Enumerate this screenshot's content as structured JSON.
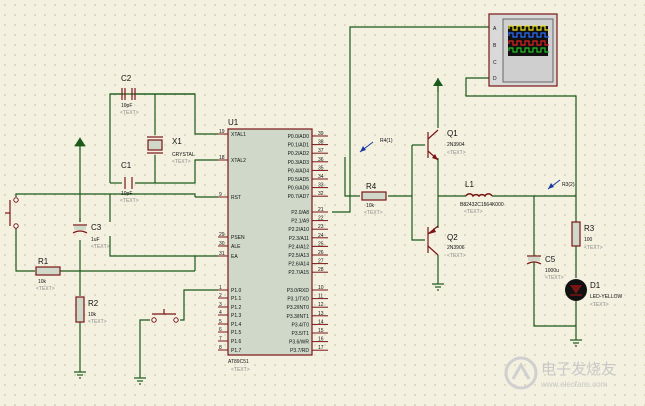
{
  "u1": {
    "ref": "U1",
    "part": "AT89C51",
    "text": "<TEXT>",
    "left_pins": [
      {
        "name": "XTAL1",
        "num": "19"
      },
      {
        "name": "XTAL2",
        "num": "18"
      },
      {
        "name": "RST",
        "num": "9"
      },
      {
        "name": "PSEN",
        "num": "29"
      },
      {
        "name": "ALE",
        "num": "30"
      },
      {
        "name": "EA",
        "num": "31"
      },
      {
        "name": "P1.0",
        "num": "1"
      },
      {
        "name": "P1.1",
        "num": "2"
      },
      {
        "name": "P1.2",
        "num": "3"
      },
      {
        "name": "P1.3",
        "num": "4"
      },
      {
        "name": "P1.4",
        "num": "5"
      },
      {
        "name": "P1.5",
        "num": "6"
      },
      {
        "name": "P1.6",
        "num": "7"
      },
      {
        "name": "P1.7",
        "num": "8"
      }
    ],
    "right_pins": [
      {
        "name": "P0.0/AD0",
        "num": "39"
      },
      {
        "name": "P0.1/AD1",
        "num": "38"
      },
      {
        "name": "P0.2/AD2",
        "num": "37"
      },
      {
        "name": "P0.3/AD3",
        "num": "36"
      },
      {
        "name": "P0.4/AD4",
        "num": "35"
      },
      {
        "name": "P0.5/AD5",
        "num": "34"
      },
      {
        "name": "P0.6/AD6",
        "num": "33"
      },
      {
        "name": "P0.7/AD7",
        "num": "32"
      },
      {
        "name": "P2.0/A8",
        "num": "21"
      },
      {
        "name": "P2.1/A9",
        "num": "22"
      },
      {
        "name": "P2.2/A10",
        "num": "23"
      },
      {
        "name": "P2.3/A11",
        "num": "24"
      },
      {
        "name": "P2.4/A12",
        "num": "25"
      },
      {
        "name": "P2.5/A13",
        "num": "26"
      },
      {
        "name": "P2.6/A14",
        "num": "27"
      },
      {
        "name": "P2.7/A15",
        "num": "28"
      },
      {
        "name": "P3.0/RXD",
        "num": "10"
      },
      {
        "name": "P3.1/TXD",
        "num": "11"
      },
      {
        "name": "P3.2/INT0",
        "num": "12"
      },
      {
        "name": "P3.3/INT1",
        "num": "13"
      },
      {
        "name": "P3.4/T0",
        "num": "14"
      },
      {
        "name": "P3.5/T1",
        "num": "15"
      },
      {
        "name": "P3.6/WR",
        "num": "16"
      },
      {
        "name": "P3.7/RD",
        "num": "17"
      }
    ]
  },
  "c2": {
    "ref": "C2",
    "value": "10pF",
    "text": "<TEXT>"
  },
  "c1": {
    "ref": "C1",
    "value": "10pF",
    "text": "<TEXT>"
  },
  "x1": {
    "ref": "X1",
    "value": "CRYSTAL",
    "text": "<TEXT>"
  },
  "c3": {
    "ref": "C3",
    "value": "1uF",
    "text": "<TEXT>"
  },
  "r1": {
    "ref": "R1",
    "value": "10k",
    "text": "<TEXT>"
  },
  "r2": {
    "ref": "R2",
    "value": "10k",
    "text": "<TEXT>"
  },
  "r4": {
    "ref": "R4",
    "value": "10k",
    "text": "<TEXT>"
  },
  "r3": {
    "ref": "R3",
    "value": "100",
    "text": "<TEXT>"
  },
  "q1": {
    "ref": "Q1",
    "value": "2N3904",
    "text": "<TEXT>"
  },
  "q2": {
    "ref": "Q2",
    "value": "2N3906",
    "text": "<TEXT>"
  },
  "l1": {
    "ref": "L1",
    "value": "B82432C1564K000",
    "text": "<TEXT>"
  },
  "c5": {
    "ref": "C5",
    "value": "1000u",
    "text": "<TEXT>"
  },
  "d1": {
    "ref": "D1",
    "value": "LED-YELLOW",
    "text": "<TEXT>"
  },
  "probes": {
    "p1": "R4(1)",
    "p2": "R3(2)"
  },
  "scope": {
    "channels": [
      "A",
      "B",
      "C",
      "D"
    ],
    "trace_colors": [
      "#e8e020",
      "#2f6bff",
      "#e02020",
      "#20c020"
    ]
  },
  "watermark": {
    "text": "电子发烧友",
    "url": "www.elecfans.com"
  },
  "colors": {
    "wire": "#1a5a1a",
    "component": "#7a1515",
    "background": "#f4f1e0"
  }
}
